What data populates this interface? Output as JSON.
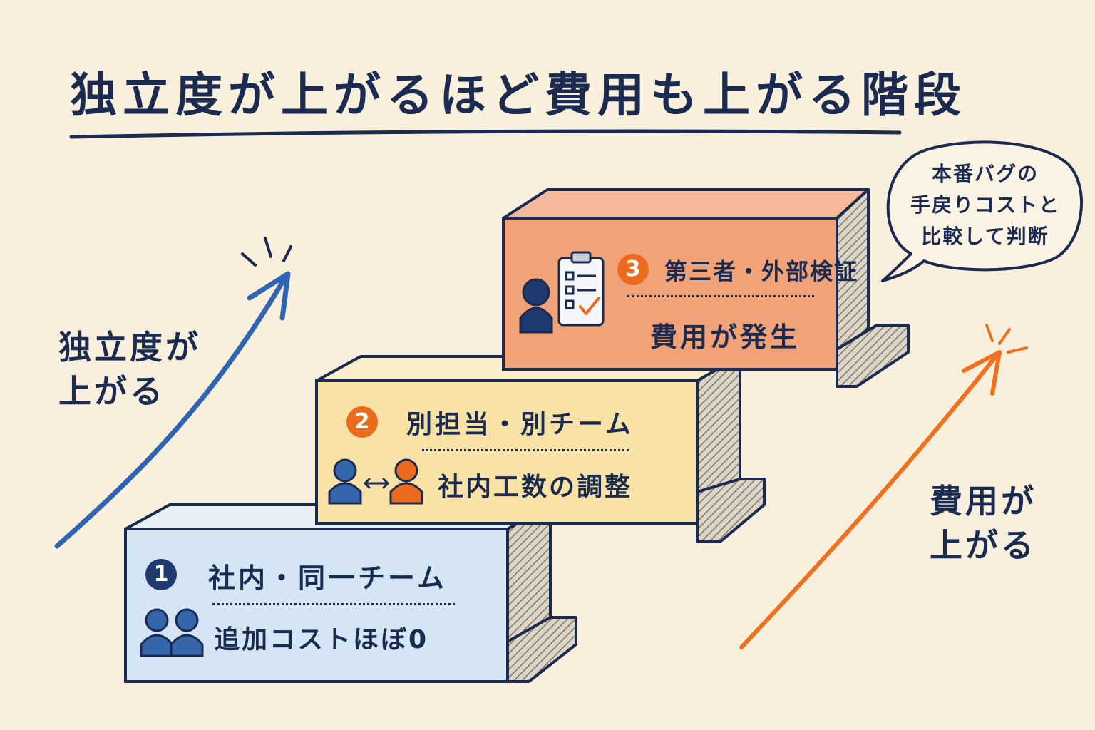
{
  "title": "独立度が上がるほど費用も上がる階段",
  "left_arrow": {
    "label_line1": "独立度が",
    "label_line2": "上がる",
    "color": "#2f64b4"
  },
  "right_arrow": {
    "label_line1": "費用が",
    "label_line2": "上がる",
    "color": "#f0701e"
  },
  "steps": [
    {
      "badge": "1",
      "heading": "社内・同一チーム",
      "detail": "追加コストほぼ0",
      "face_color": "#d5e5f3",
      "badge_color": "#1f3a6e",
      "icon": "two-people-icon"
    },
    {
      "badge": "2",
      "heading": "別担当・別チーム",
      "detail": "社内工数の調整",
      "face_color": "#f8e2a6",
      "badge_color": "#ec6a1c",
      "icon": "people-exchange-icon"
    },
    {
      "badge": "3",
      "heading": "第三者・外部検証",
      "detail": "費用が発生",
      "face_color": "#f1a276",
      "badge_color": "#ec6a1c",
      "icon": "inspector-checklist-icon"
    }
  ],
  "bubble": {
    "line1": "本番バグの",
    "line2": "手戻りコストと",
    "line3": "比較して判断"
  }
}
